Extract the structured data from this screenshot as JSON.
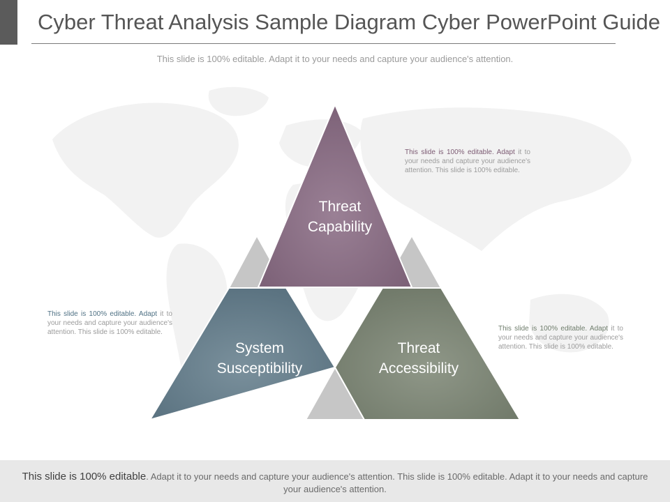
{
  "header": {
    "title": "Cyber Threat Analysis Sample Diagram Cyber PowerPoint Guide",
    "subtitle": "This slide is 100% editable. Adapt it to your needs and capture your audience's attention."
  },
  "diagram": {
    "top": {
      "line1": "Threat",
      "line2": "Capability",
      "color": "#8c7186"
    },
    "left": {
      "line1": "System",
      "line2": "Susceptibility",
      "color": "#687f8c"
    },
    "right": {
      "line1": "Threat",
      "line2": "Accessibility",
      "color": "#7f8777"
    },
    "connector_color": "#c3c3c3"
  },
  "notes": {
    "top_right": {
      "lead": "This slide is 100% editable. Adapt",
      "rest": " it to your needs and capture your audience's attention. This slide is 100% editable."
    },
    "left": {
      "lead": "This slide is 100% editable. Adapt",
      "rest": " it to your needs and capture your audience's attention. This slide is 100% editable."
    },
    "right": {
      "lead": "This slide is 100% editable. Adapt",
      "rest": " it to your needs and capture your audience's attention. This slide is 100% editable."
    }
  },
  "footer": {
    "lead": "This slide is 100% editable",
    "rest": ". Adapt it to your needs and capture your audience's attention. This slide is 100% editable. Adapt it to your needs and capture your audience's attention."
  }
}
